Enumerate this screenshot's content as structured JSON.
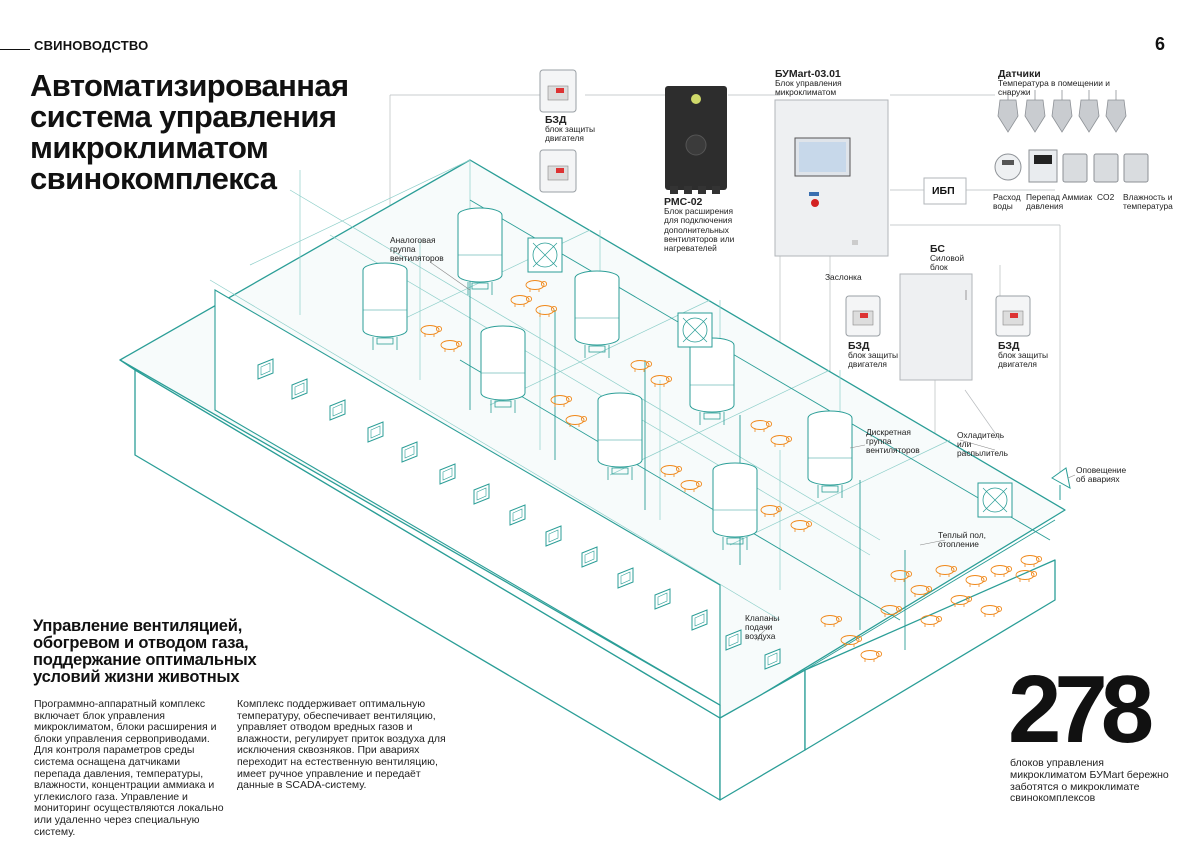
{
  "header": {
    "section": "СВИНОВОДСТВО",
    "page_number": "6"
  },
  "title": "Автоматизированная система управления микроклиматом свинокомплекса",
  "subhead": "Управление вентиляцией, обогревом и отводом газа, поддержание оптимальных условий жизни животных",
  "body": {
    "col1": "Программно-аппаратный комплекс включает блок управления микроклиматом, блоки расширения и блоки управления сервоприводами. Для контроля параметров среды система оснащена датчиками перепада давления, температуры, влажности, концентрации аммиака и углекислого газа. Управление и мониторинг осуществляются локально или удаленно через специальную систему.",
    "col2": "Комплекс поддерживает оптимальную температуру, обеспечивает вентиляцию, управляет отводом вредных газов и влажности, регулирует приток воздуха для исключения сквозняков. При авариях переходит на естественную вентиляцию, имеет ручное управление и передаёт данные в SCADA-систему."
  },
  "stat": {
    "number": "278",
    "caption": "блоков управления микроклиматом БУМart бережно заботятся о микроклимате свинокомплексов"
  },
  "devices": {
    "bzd_title": "БЗД",
    "bzd_desc": "блок защиты двигателя",
    "rms_title": "РМС-02",
    "rms_desc": "Блок расширения для подключения дополнительных вентиляторов или нагревателей",
    "bum_title": "БУМart-03.01",
    "bum_desc": "Блок управления микроклиматом",
    "sensors_title": "Датчики",
    "sensors_desc": "Температура в помещении и снаружи",
    "ibp": "ИБП",
    "bs_title": "БС",
    "bs_desc": "Силовой блок",
    "zaslonka": "Заслонка"
  },
  "sensor_labels": [
    "Расход воды",
    "Перепад давления",
    "Аммиак",
    "CO2",
    "Влажность и температура"
  ],
  "callouts": {
    "analog_fans": "Аналоговая группа вентиляторов",
    "discrete_fans": "Дискретная группа вентиляторов",
    "cooler": "Охладитель или распылитель",
    "alarm": "Оповещение об авариях",
    "floor": "Теплый пол, отопление",
    "valves": "Клапаны подачи воздуха"
  },
  "colors": {
    "building": "#2b9e97",
    "pigs": "#f08a1e",
    "panel_dark": "#2d2d2d",
    "panel_light": "#eef0f2"
  }
}
